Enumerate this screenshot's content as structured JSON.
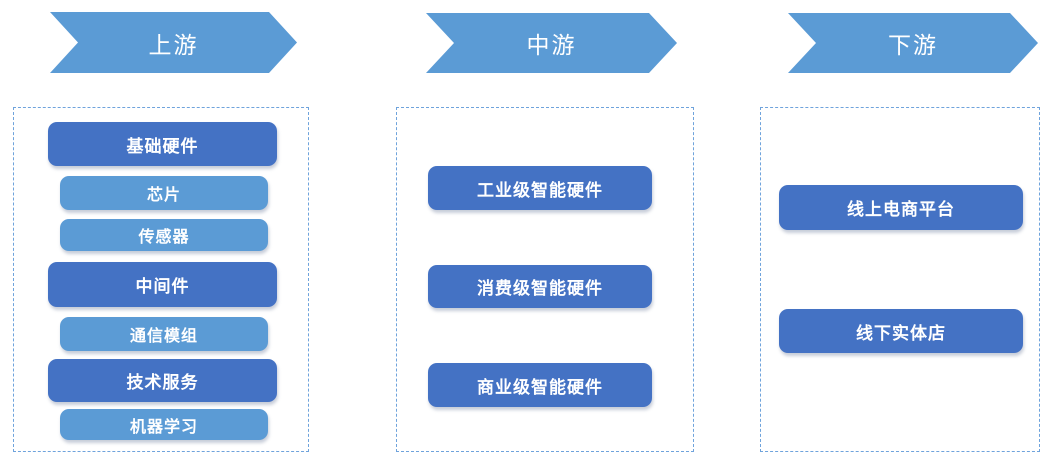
{
  "diagram": "industry-chain",
  "colors": {
    "arrow": "#5B9BD5",
    "pill_dark": "#4472C4",
    "pill_light": "#5B9BD5",
    "dashed_border": "#6FA3DC",
    "text": "#FFFFFF",
    "background": "#FFFFFF"
  },
  "columns": [
    {
      "stage": "上游",
      "items": [
        {
          "label": "基础硬件",
          "variant": "dark"
        },
        {
          "label": "芯片",
          "variant": "light"
        },
        {
          "label": "传感器",
          "variant": "light"
        },
        {
          "label": "中间件",
          "variant": "dark"
        },
        {
          "label": "通信模组",
          "variant": "light"
        },
        {
          "label": "技术服务",
          "variant": "dark"
        },
        {
          "label": "机器学习",
          "variant": "light"
        }
      ]
    },
    {
      "stage": "中游",
      "items": [
        {
          "label": "工业级智能硬件",
          "variant": "dark"
        },
        {
          "label": "消费级智能硬件",
          "variant": "dark"
        },
        {
          "label": "商业级智能硬件",
          "variant": "dark"
        }
      ]
    },
    {
      "stage": "下游",
      "items": [
        {
          "label": "线上电商平台",
          "variant": "dark"
        },
        {
          "label": "线下实体店",
          "variant": "dark"
        }
      ]
    }
  ]
}
